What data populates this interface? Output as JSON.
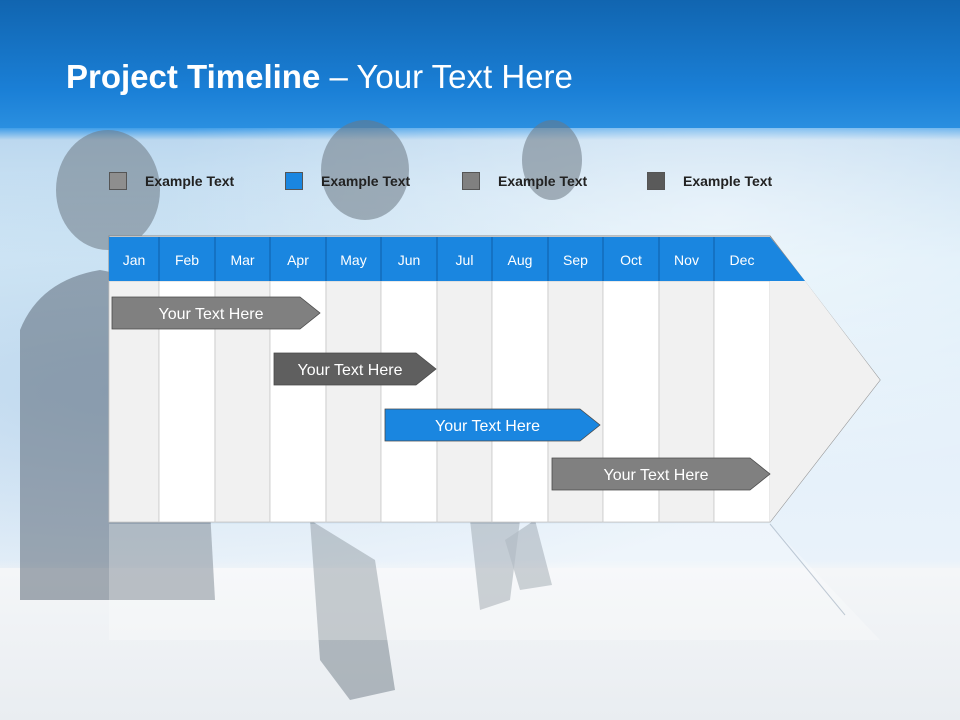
{
  "title": {
    "bold": "Project Timeline",
    "rest": " – Your Text Here"
  },
  "colors": {
    "blue": "#1a86e0",
    "gray": "#808080",
    "dark_gray": "#606060",
    "header": "#1a86e0"
  },
  "legend": [
    {
      "label": "Example Text",
      "color": "#8e8e8e"
    },
    {
      "label": "Example Text",
      "color": "#1a86e0"
    },
    {
      "label": "Example Text",
      "color": "#808080"
    },
    {
      "label": "Example Text",
      "color": "#5a5a5a"
    }
  ],
  "timeline": {
    "months": [
      "Jan",
      "Feb",
      "Mar",
      "Apr",
      "May",
      "Jun",
      "Jul",
      "Aug",
      "Sep",
      "Oct",
      "Nov",
      "Dec"
    ],
    "tasks": [
      {
        "label": "Your  Text Here",
        "start": "Jan",
        "end": "Mar",
        "color": "#808080"
      },
      {
        "label": "Your  Text Here",
        "start": "Apr",
        "end": "Jun",
        "color": "#5f5f5f"
      },
      {
        "label": "Your  Text Here",
        "start": "Jun",
        "end": "Sep",
        "color": "#1a86e0"
      },
      {
        "label": "Your  Text Here",
        "start": "Sep",
        "end": "Dec",
        "color": "#808080"
      }
    ]
  }
}
